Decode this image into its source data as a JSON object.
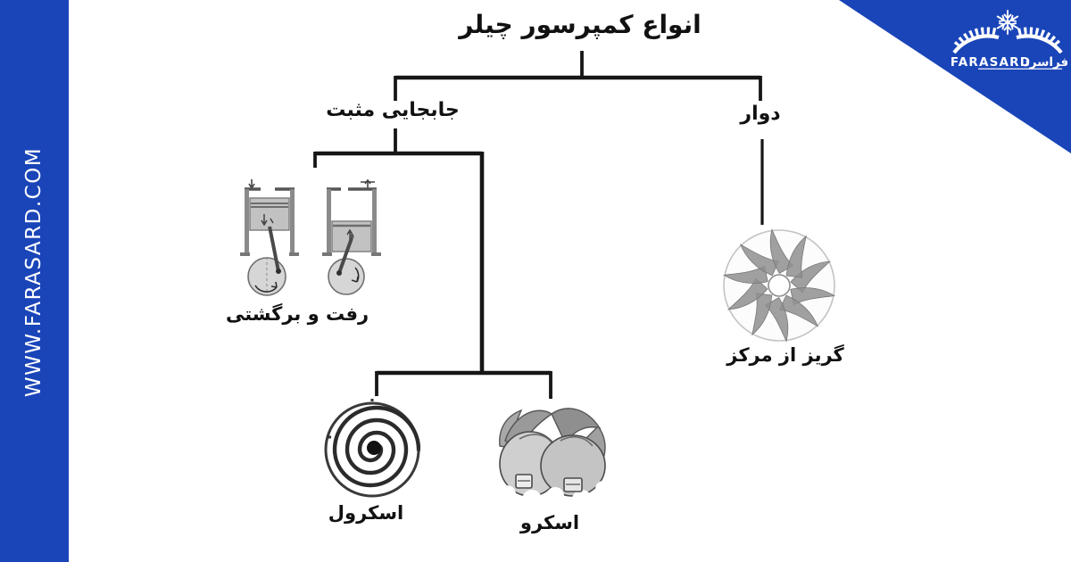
{
  "branding": {
    "website_url": "WWW.FARASARD.COM",
    "logo_latin": "FARASARD",
    "logo_persian": "فراسرد",
    "brand_blue": "#1a45b8"
  },
  "diagram": {
    "title": "انواع کمپرسور چیلر",
    "nodes": {
      "positive_displacement": "جابجایی مثبت",
      "rotary": "دوار",
      "reciprocating": "رفت و برگشتی",
      "centrifugal": "گریز از مرکز",
      "scroll": "اسکرول",
      "screw": "اسکرو"
    },
    "illustrations": {
      "reciprocating": "piston-cylinder-crank-drawing",
      "centrifugal": "impeller-wheel-drawing",
      "scroll": "spiral-scroll-drawing",
      "screw": "twin-screw-rotor-drawing"
    },
    "line_color": "#161616"
  }
}
